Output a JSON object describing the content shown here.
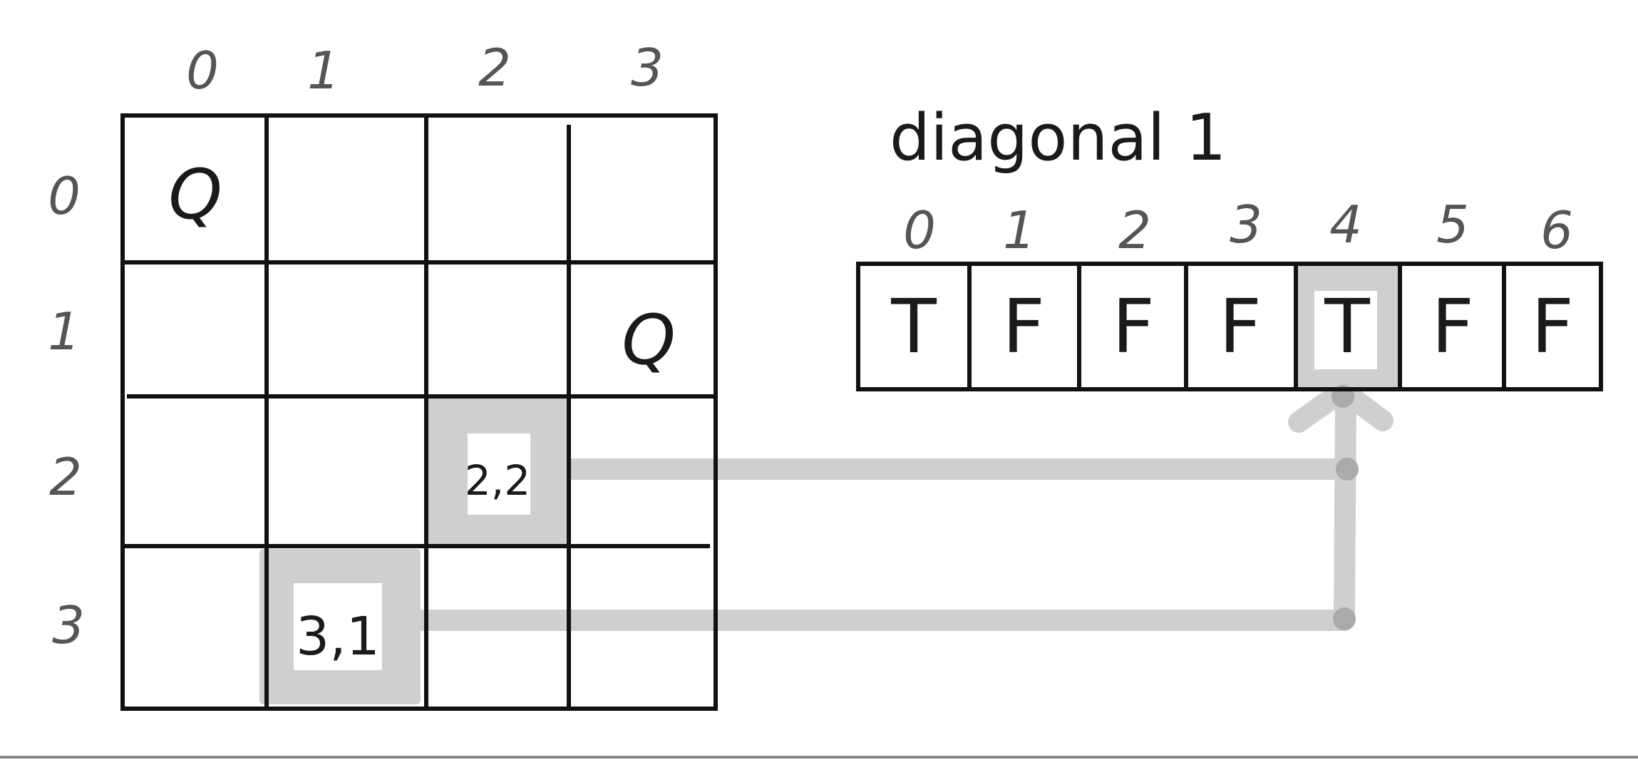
{
  "board": {
    "col_labels": [
      "0",
      "1",
      "2",
      "3"
    ],
    "row_labels": [
      "0",
      "1",
      "2",
      "3"
    ],
    "queen_symbol": "Q",
    "queens": [
      {
        "row": 0,
        "col": 0
      },
      {
        "row": 1,
        "col": 3
      }
    ],
    "highlighted_cells": [
      {
        "row": 2,
        "col": 2,
        "label": "2,2"
      },
      {
        "row": 3,
        "col": 1,
        "label": "3,1"
      }
    ]
  },
  "diagonal": {
    "title": "diagonal 1",
    "indices": [
      "0",
      "1",
      "2",
      "3",
      "4",
      "5",
      "6"
    ],
    "values": [
      "T",
      "F",
      "F",
      "F",
      "T",
      "F",
      "F"
    ],
    "highlighted_index": 4
  },
  "colors": {
    "true_value": "#e8a33c",
    "false_value": "#1a1a1a",
    "highlight": "#cfcfcf",
    "grid": "#111111"
  }
}
